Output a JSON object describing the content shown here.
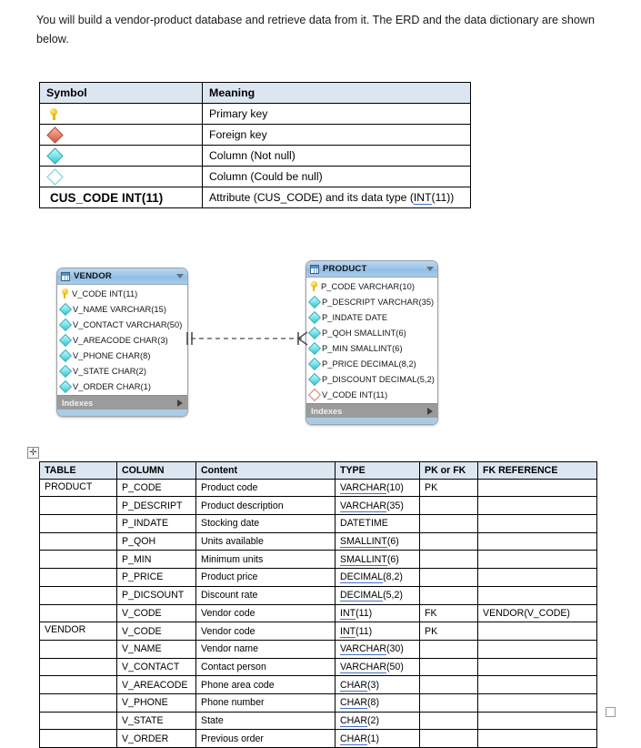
{
  "intro": {
    "text": "You will build a vendor-product database and retrieve data from it. The ERD and the data dictionary are shown below."
  },
  "legend": {
    "headers": [
      "Symbol",
      "Meaning"
    ],
    "rows": [
      {
        "icon": "primary-key-icon",
        "symbol_text": "",
        "meaning": "Primary key"
      },
      {
        "icon": "foreign-key-icon",
        "symbol_text": "",
        "meaning": "Foreign key"
      },
      {
        "icon": "column-not-null-icon",
        "symbol_text": "",
        "meaning": "Column (Not null)"
      },
      {
        "icon": "column-nullable-icon",
        "symbol_text": "",
        "meaning": "Column (Could be null)"
      },
      {
        "icon": "attribute-sample",
        "symbol_text": "CUS_CODE INT(11)",
        "meaning_prefix": "Attribute (CUS_CODE) and its data type (",
        "meaning_type": "INT",
        "meaning_suffix": "(11))"
      }
    ]
  },
  "erd": {
    "entities": [
      {
        "name": "VENDOR",
        "footer_label": "Indexes",
        "attributes": [
          {
            "key": "pk",
            "label": "V_CODE INT(11)"
          },
          {
            "key": "col",
            "label": "V_NAME VARCHAR(15)"
          },
          {
            "key": "col",
            "label": "V_CONTACT VARCHAR(50)"
          },
          {
            "key": "col",
            "label": "V_AREACODE CHAR(3)"
          },
          {
            "key": "col",
            "label": "V_PHONE CHAR(8)"
          },
          {
            "key": "col",
            "label": "V_STATE CHAR(2)"
          },
          {
            "key": "col",
            "label": "V_ORDER CHAR(1)"
          }
        ]
      },
      {
        "name": "PRODUCT",
        "footer_label": "Indexes",
        "attributes": [
          {
            "key": "pk",
            "label": "P_CODE VARCHAR(10)"
          },
          {
            "key": "col",
            "label": "P_DESCRIPT VARCHAR(35)"
          },
          {
            "key": "col",
            "label": "P_INDATE DATE"
          },
          {
            "key": "col",
            "label": "P_QOH SMALLINT(6)"
          },
          {
            "key": "col",
            "label": "P_MIN SMALLINT(6)"
          },
          {
            "key": "col",
            "label": "P_PRICE DECIMAL(8,2)"
          },
          {
            "key": "col",
            "label": "P_DISCOUNT DECIMAL(5,2)"
          },
          {
            "key": "fknull",
            "label": "V_CODE INT(11)"
          }
        ]
      }
    ],
    "relationship": {
      "style": "dashed",
      "left_cardinality": "one",
      "right_cardinality": "many"
    }
  },
  "move_handle": {
    "icon": "move-cross-icon",
    "glyph": "✛"
  },
  "dictionary": {
    "headers": [
      "TABLE",
      "COLUMN",
      "Content",
      "TYPE",
      "PK or FK",
      "FK REFERENCE"
    ],
    "rows": [
      {
        "table": "PRODUCT",
        "column": "P_CODE",
        "content": "Product code",
        "type_name": "VARCHAR",
        "type_size": "(10)",
        "underline": true,
        "pkfk": "PK",
        "fkref": ""
      },
      {
        "table": "",
        "column": "P_DESCRIPT",
        "content": "Product description",
        "type_name": "VARCHAR",
        "type_size": "(35)",
        "underline": true,
        "pkfk": "",
        "fkref": ""
      },
      {
        "table": "",
        "column": "P_INDATE",
        "content": "Stocking date",
        "type_name": "DATETIME",
        "type_size": "",
        "underline": false,
        "pkfk": "",
        "fkref": ""
      },
      {
        "table": "",
        "column": "P_QOH",
        "content": "Units available",
        "type_name": "SMALLINT",
        "type_size": "(6)",
        "underline": true,
        "pkfk": "",
        "fkref": ""
      },
      {
        "table": "",
        "column": "P_MIN",
        "content": "Minimum units",
        "type_name": "SMALLINT",
        "type_size": "(6)",
        "underline": true,
        "pkfk": "",
        "fkref": ""
      },
      {
        "table": "",
        "column": "P_PRICE",
        "content": "Product price",
        "type_name": "DECIMAL",
        "type_size": "(8,2)",
        "underline": true,
        "pkfk": "",
        "fkref": ""
      },
      {
        "table": "",
        "column": "P_DICSOUNT",
        "content": "Discount rate",
        "type_name": "DECIMAL",
        "type_size": "(5,2)",
        "underline": true,
        "pkfk": "",
        "fkref": "",
        "caret": true
      },
      {
        "table": "",
        "column": "V_CODE",
        "content": "Vendor code",
        "type_name": "INT",
        "type_size": "(11)",
        "underline": true,
        "pkfk": "FK",
        "fkref": "VENDOR(V_CODE)"
      },
      {
        "table": "VENDOR",
        "column": "V_CODE",
        "content": "Vendor code",
        "type_name": "INT",
        "type_size": "(11)",
        "underline": true,
        "pkfk": "PK",
        "fkref": ""
      },
      {
        "table": "",
        "column": "V_NAME",
        "content": "Vendor name",
        "type_name": "VARCHAR",
        "type_size": "(30)",
        "underline": true,
        "pkfk": "",
        "fkref": ""
      },
      {
        "table": "",
        "column": "V_CONTACT",
        "content": "Contact person",
        "type_name": "VARCHAR",
        "type_size": "(50)",
        "underline": true,
        "pkfk": "",
        "fkref": ""
      },
      {
        "table": "",
        "column": "V_AREACODE",
        "content": "Phone area code",
        "type_name": "CHAR",
        "type_size": "(3)",
        "underline": true,
        "pkfk": "",
        "fkref": ""
      },
      {
        "table": "",
        "column": "V_PHONE",
        "content": "Phone number",
        "type_name": "CHAR",
        "type_size": "(8)",
        "underline": true,
        "pkfk": "",
        "fkref": ""
      },
      {
        "table": "",
        "column": "V_STATE",
        "content": "State",
        "type_name": "CHAR",
        "type_size": "(2)",
        "underline": true,
        "pkfk": "",
        "fkref": ""
      },
      {
        "table": "",
        "column": "V_ORDER",
        "content": "Previous order",
        "type_name": "CHAR",
        "type_size": "(1)",
        "underline": true,
        "pkfk": "",
        "fkref": ""
      }
    ]
  },
  "colors": {
    "table_header_bg": "#dce6f1",
    "entity_header_blue": "#9ec6e8",
    "entity_footer_gray": "#9b9b9b",
    "pk_yellow": "#f5c518",
    "fk_red": "#e8806e",
    "column_cyan": "#74e2e8",
    "type_underline_blue": "#4472c4"
  }
}
